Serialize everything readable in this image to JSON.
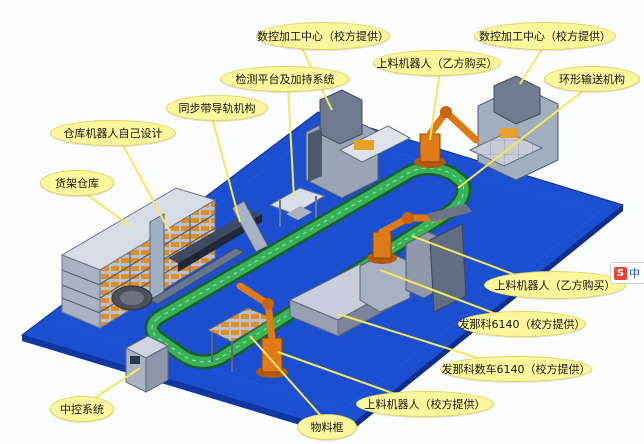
{
  "labels": {
    "cnc_left": "数控加工中心（校方提供）",
    "cnc_right": "数控加工中心（校方提供）",
    "loader_top": "上料机器人（乙方购买）",
    "ring_conveyor": "环形输送机构",
    "inspection": "检测平台及加持系统",
    "sync_belt": "同步带导轨机构",
    "warehouse_robot": "仓库机器人自己设计",
    "shelf": "货架仓库",
    "loader_right": "上料机器人（乙方购买）",
    "lathe_1": "发那科6140（校方提供）",
    "lathe_2": "发那科数车6140（校方提供）",
    "loader_bottom": "上料机器人（校方提供）",
    "material_box": "物料框",
    "control": "中控系统"
  },
  "ime": {
    "logo": "S",
    "label": "中"
  },
  "colors": {
    "bubble_fill": "#fbf79c",
    "floor": "#1c4fd0",
    "conveyor": "#2e9a4a",
    "robot": "#e07a16",
    "machine": "#9aa4b4",
    "background": "#fcfefd"
  }
}
